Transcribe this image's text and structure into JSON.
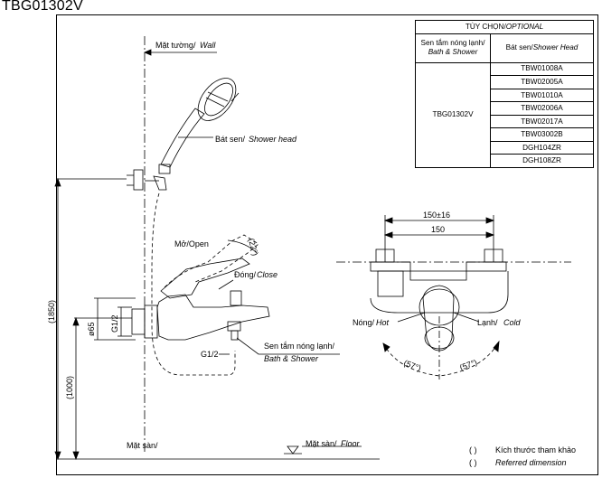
{
  "title": "TBG01302V",
  "table": {
    "header_vi": "TÙY CHỌN/",
    "header_en": "OPTIONAL",
    "col1_vi": "Sen tắm nóng lạnh/",
    "col1_en": "Bath & Shower",
    "col2_vi": "Bát sen/",
    "col2_en": "Shower Head",
    "model": "TBG01302V",
    "shower_heads": [
      "TBW01008A",
      "TBW02005A",
      "TBW01010A",
      "TBW02006A",
      "TBW02017A",
      "TBW03002B",
      "DGH104ZR",
      "DGH108ZR"
    ]
  },
  "labels": {
    "wall_vi": "Mặt tường/",
    "wall_en": "Wall",
    "head_vi": "Bát sen/",
    "head_en": "Shower head",
    "open_vi": "Mở/Open",
    "angle_22": "(22°)",
    "close_vi": "Đóng/",
    "close_en": "Close",
    "g12_a": "G1/2",
    "g12_b": "G1/2",
    "d65": "ø65",
    "mixer_vi": "Sen tắm nóng lạnh/",
    "mixer_en": "Bath & Shower",
    "floor_vi": "Mặt sàn/",
    "floor_en": "Floor",
    "h1850": "(1850)",
    "h1000": "(1000)",
    "w150_16": "150±16",
    "w150": "150",
    "hot_vi": "Nóng/",
    "hot_en": "Hot",
    "cold_vi": "Lạnh/",
    "cold_en": "Cold",
    "ang57_l": "(57°)",
    "ang57_r": "(57°)"
  },
  "legend": {
    "paren": "(     )",
    "vi": "Kích thước tham khảo",
    "en": "Referred dimension"
  }
}
